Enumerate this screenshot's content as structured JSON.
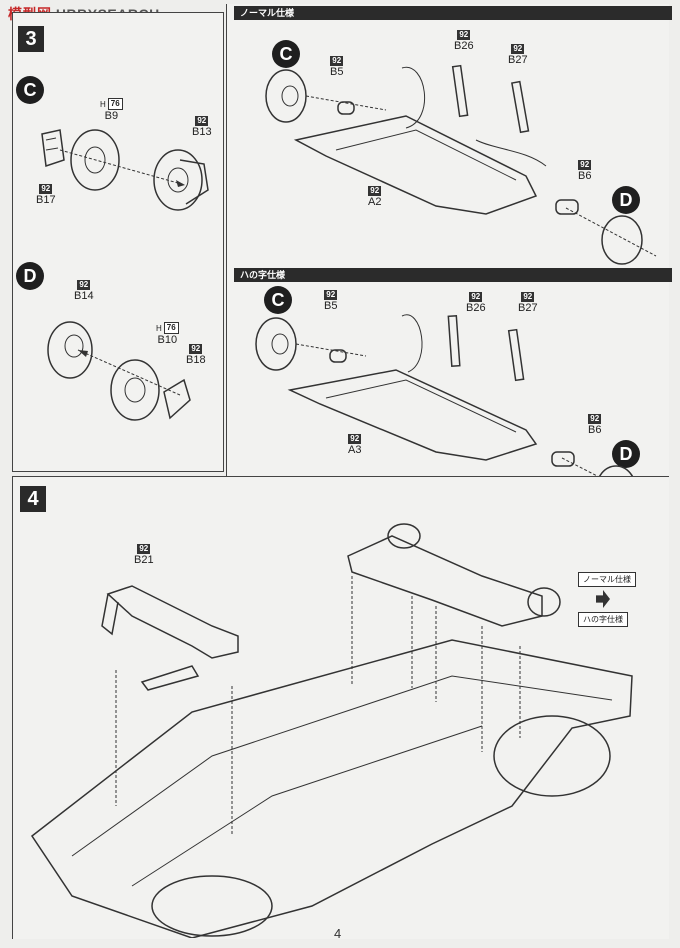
{
  "watermark": {
    "prefix": "H",
    "middle": "BBY",
    "suffix": "SEARCH",
    "cn": "模型网"
  },
  "step3": {
    "number": "3",
    "left": {
      "C": {
        "label": "C",
        "parts": [
          {
            "code": "92",
            "name": "B17"
          },
          {
            "code": "76",
            "prefix": "H",
            "name": "B9"
          },
          {
            "code": "92",
            "name": "B13"
          }
        ]
      },
      "D": {
        "label": "D",
        "parts": [
          {
            "code": "92",
            "name": "B14"
          },
          {
            "code": "76",
            "prefix": "H",
            "name": "B10"
          },
          {
            "code": "92",
            "name": "B18"
          }
        ]
      }
    },
    "normal": {
      "header": "ノーマル仕様",
      "parts": [
        {
          "code": "92",
          "name": "B5"
        },
        {
          "code": "92",
          "name": "B26"
        },
        {
          "code": "92",
          "name": "B27"
        },
        {
          "code": "92",
          "name": "A2"
        },
        {
          "code": "92",
          "name": "B6"
        }
      ],
      "C": "C",
      "D": "D"
    },
    "hachi": {
      "header": "ハの字仕様",
      "parts": [
        {
          "code": "92",
          "name": "B5"
        },
        {
          "code": "92",
          "name": "B26"
        },
        {
          "code": "92",
          "name": "B27"
        },
        {
          "code": "92",
          "name": "A3"
        },
        {
          "code": "92",
          "name": "B6"
        }
      ],
      "C": "C",
      "D": "D"
    }
  },
  "step4": {
    "number": "4",
    "part": {
      "code": "92",
      "name": "B21"
    },
    "legend": {
      "normal": "ノーマル仕様",
      "hachi": "ハの字仕様"
    }
  },
  "page_number": "4"
}
